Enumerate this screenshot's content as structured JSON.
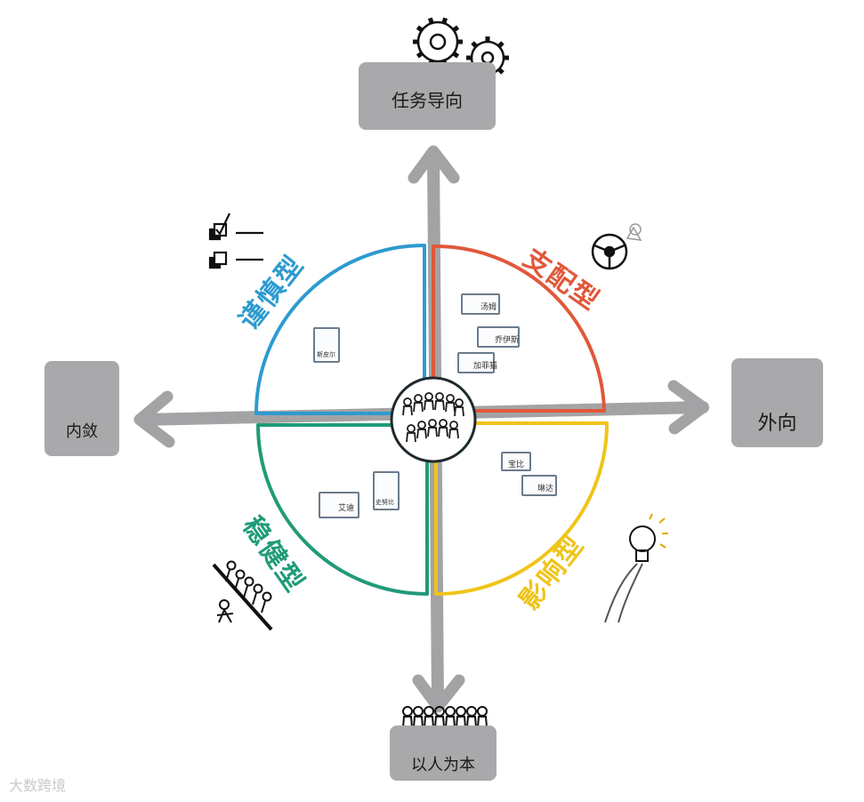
{
  "axes": {
    "top": "任务导向",
    "right": "外向",
    "bottom": "以人为本",
    "left": "内敛"
  },
  "quadrants": {
    "top_left": {
      "label": "谨慎型",
      "color": "#2d9bd0",
      "cards": [
        "斯皮尔"
      ]
    },
    "top_right": {
      "label": "支配型",
      "color": "#e0583a",
      "cards": [
        "汤姆",
        "乔伊斯",
        "加菲猫"
      ]
    },
    "bottom_right": {
      "label": "影响型",
      "color": "#f0c419",
      "cards": [
        "宝比",
        "琳达"
      ]
    },
    "bottom_left": {
      "label": "稳健型",
      "color": "#1f9b78",
      "cards": [
        "艾迪",
        "史努比"
      ]
    }
  },
  "watermark": "大数跨境",
  "colors": {
    "axis": "#a3a3a5",
    "box": "#a9a9ab"
  }
}
